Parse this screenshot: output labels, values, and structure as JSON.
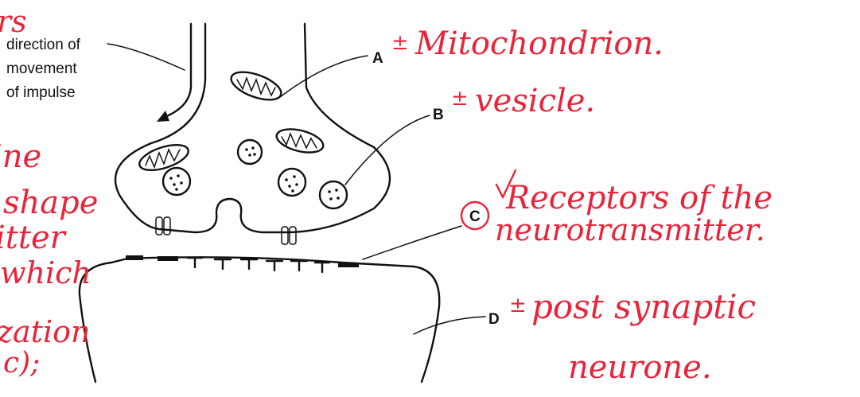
{
  "printed": {
    "direction_label": [
      "direction of",
      "movement",
      "of impulse"
    ],
    "label_a": "A",
    "label_b": "B",
    "label_c": "C",
    "label_d": "D"
  },
  "handwritten": {
    "answer_a": "Mitochondrion.",
    "answer_b": "vesicle.",
    "answer_c_line1": "Receptors of the",
    "answer_c_line2": "neurotransmitter.",
    "answer_d_line1": "post synaptic",
    "answer_d_line2": "neurone.",
    "margin_text": [
      "rs",
      "ine",
      "shape",
      "itter",
      "which",
      "zation",
      "c);"
    ]
  },
  "colors": {
    "ink": "#111111",
    "annotation": "#e8243a"
  }
}
